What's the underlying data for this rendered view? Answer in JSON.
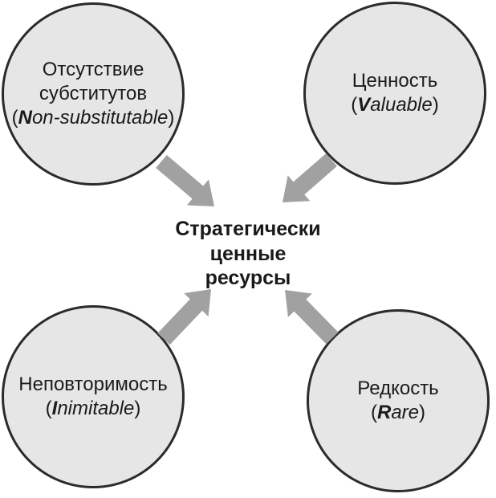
{
  "diagram": {
    "center": {
      "line1": "Стратегически",
      "line2": "ценные",
      "line3": "ресурсы"
    },
    "circles": [
      {
        "key": "non-substitutable",
        "ru1": "Отсутствие",
        "ru2": "субститутов",
        "open": "(",
        "lead": "N",
        "rest": "on-substitutable",
        "close": ")"
      },
      {
        "key": "valuable",
        "ru1": "Ценность",
        "open": "(",
        "lead": "V",
        "rest": "aluable",
        "close": ")"
      },
      {
        "key": "inimitable",
        "ru1": "Неповторимость",
        "open": "(",
        "lead": "I",
        "rest": "nimitable",
        "close": ")"
      },
      {
        "key": "rare",
        "ru1": "Редкость",
        "open": "(",
        "lead": "R",
        "rest": "are",
        "close": ")"
      }
    ]
  },
  "colors": {
    "circle_fill": "#e6e6e6",
    "circle_stroke": "#2b2b2b",
    "arrow": "#a1a1a1",
    "text": "#1a1a1a",
    "background": "#ffffff"
  }
}
